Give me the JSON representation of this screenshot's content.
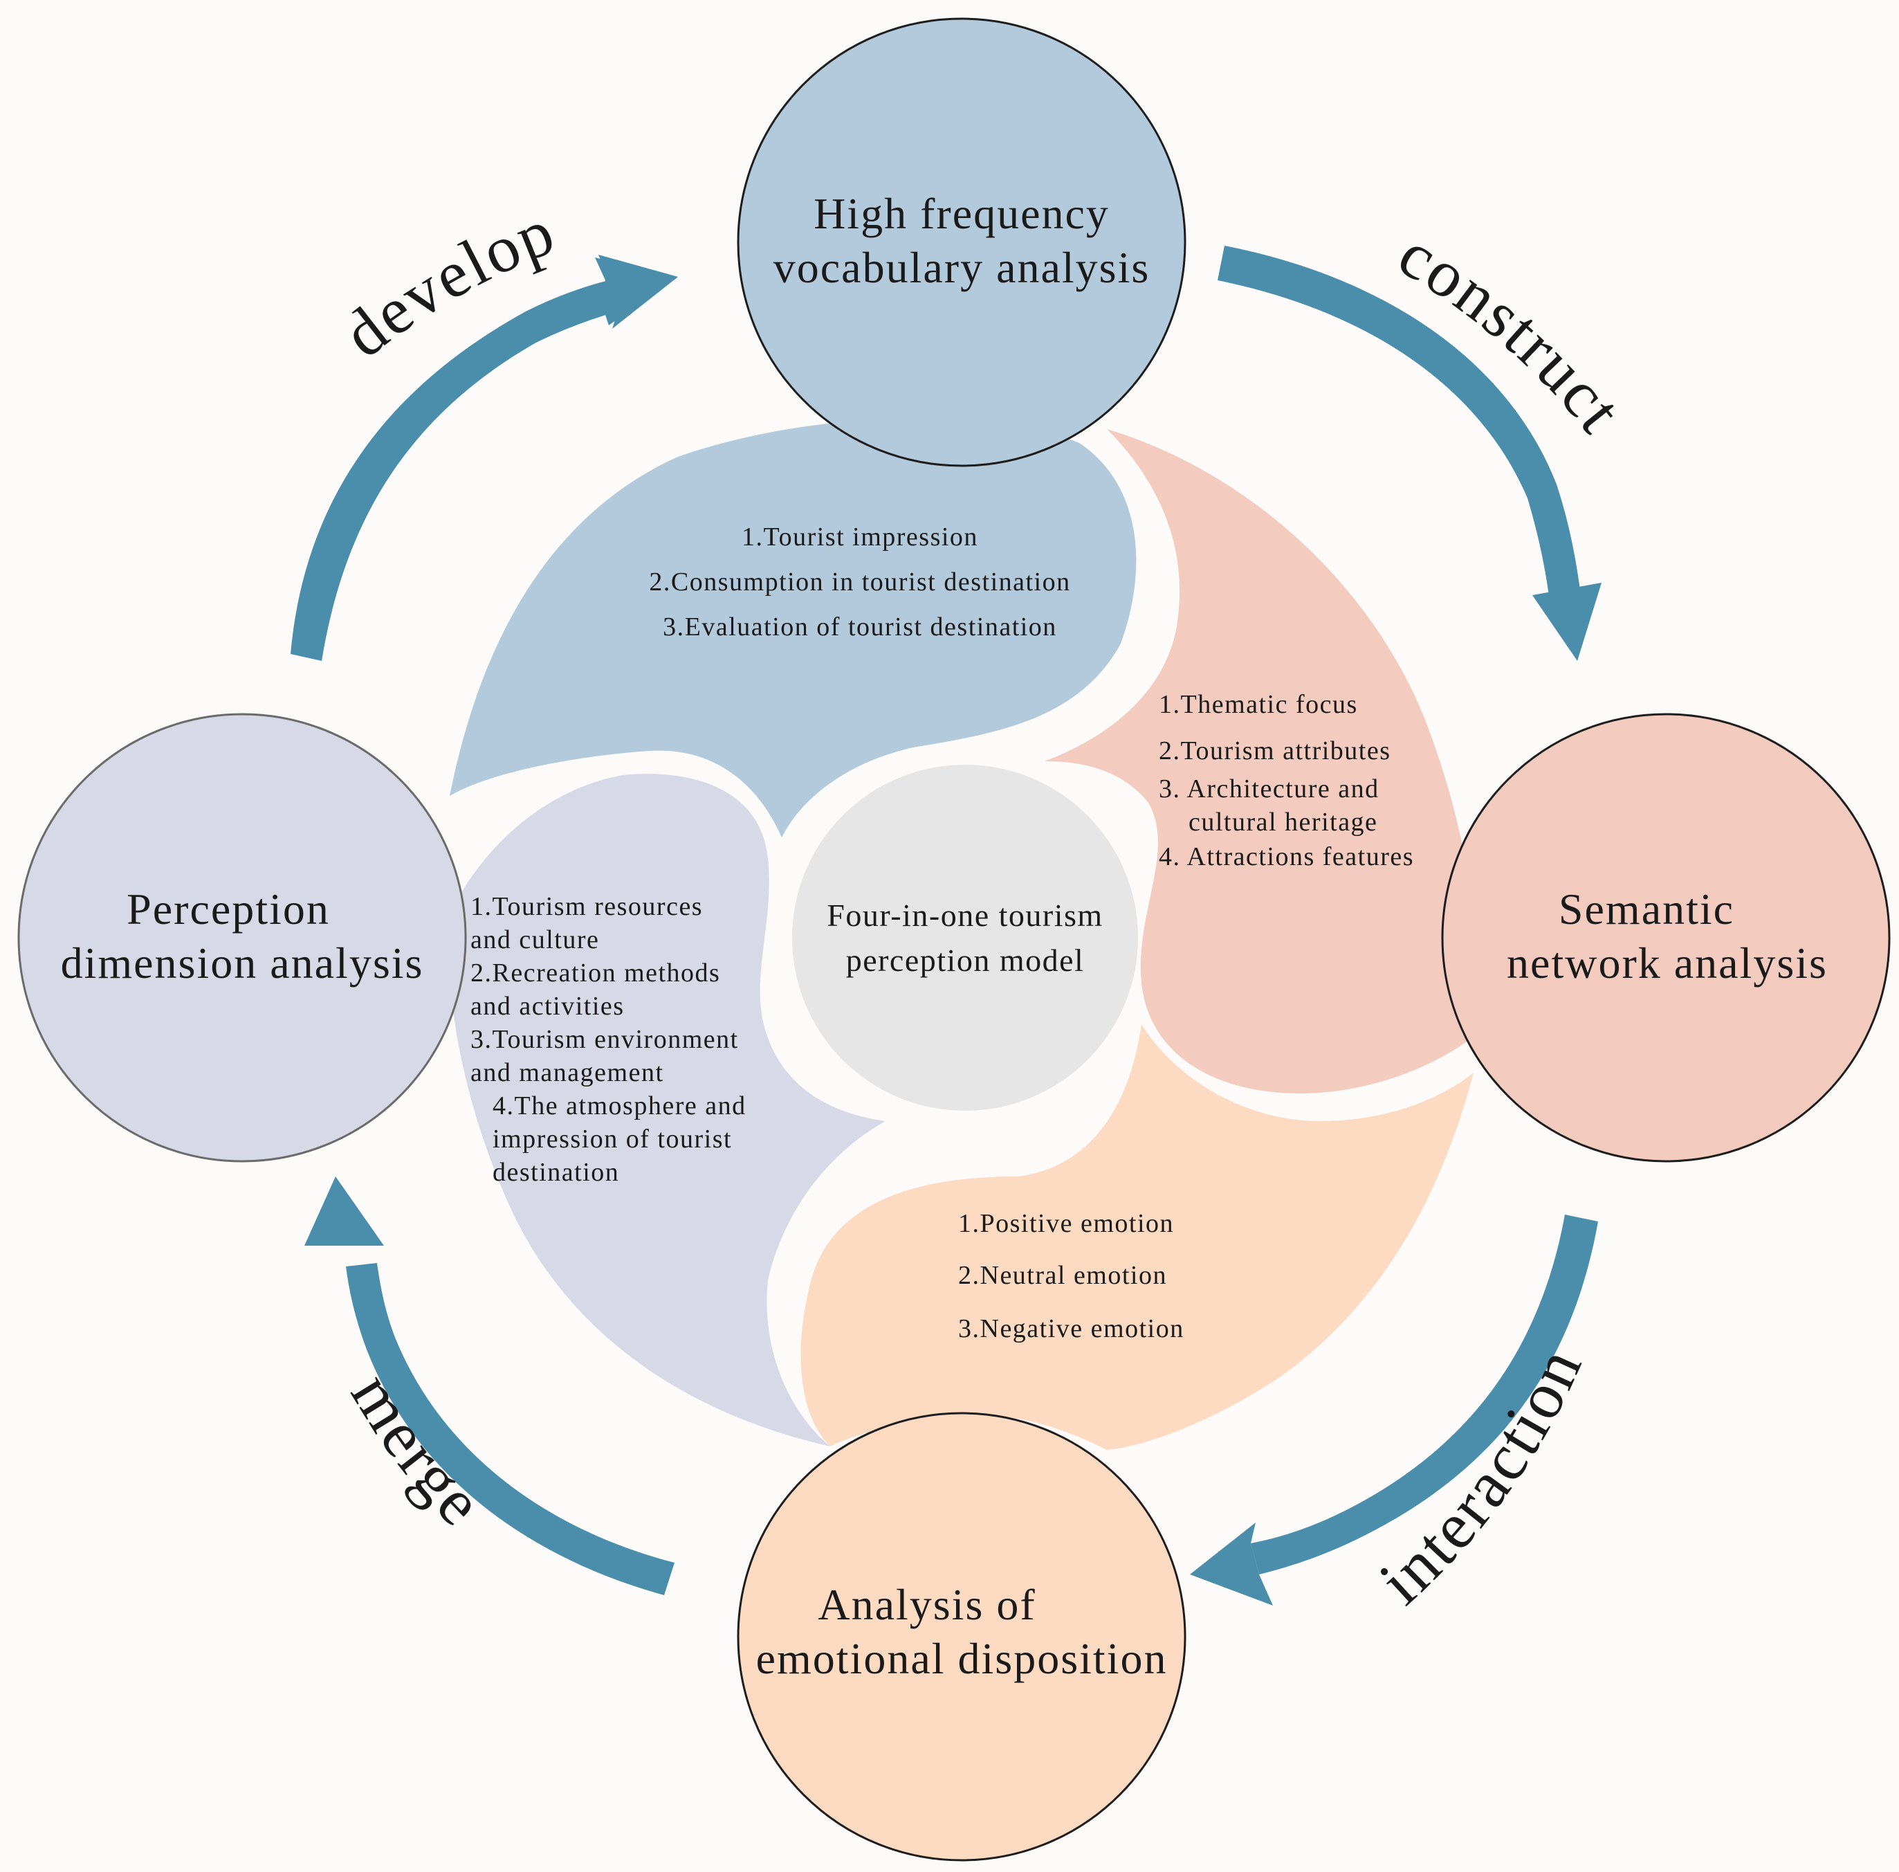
{
  "colors": {
    "background": "#fdfbf9",
    "arrow": "#4a8eac",
    "blue": "#b3c9dc",
    "pink": "#f3cbbf",
    "peach": "#fddbc3",
    "lavender": "#d8d9e6",
    "center": "#e6e6e6"
  },
  "center": {
    "line1": "Four-in-one tourism",
    "line2": "perception model"
  },
  "nodes": {
    "top": {
      "line1": "High frequency",
      "line2": "vocabulary analysis"
    },
    "right": {
      "line1": "Semantic",
      "line2": "network analysis"
    },
    "bottom": {
      "line1": "Analysis of",
      "line2": "emotional disposition"
    },
    "left": {
      "line1": "Perception",
      "line2": "dimension analysis"
    }
  },
  "arrows": {
    "develop": "develop",
    "construct": "construct",
    "interaction": "interaction",
    "merge": "merge"
  },
  "petals": {
    "top": [
      "1.Tourist impression",
      "2.Consumption in tourist destination",
      "3.Evaluation of tourist destination"
    ],
    "right": [
      "1.Thematic focus",
      "2.Tourism attributes",
      "3.  Architecture and",
      "cultural heritage",
      "4.  Attractions features"
    ],
    "bottom": [
      "1.Positive emotion",
      "2.Neutral emotion",
      "3.Negative emotion"
    ],
    "left": [
      "1.Tourism resources",
      "and culture",
      "2.Recreation methods",
      "and activities",
      "3.Tourism environment",
      "and management",
      "4.The atmosphere and",
      "impression of  tourist",
      "destination"
    ]
  }
}
